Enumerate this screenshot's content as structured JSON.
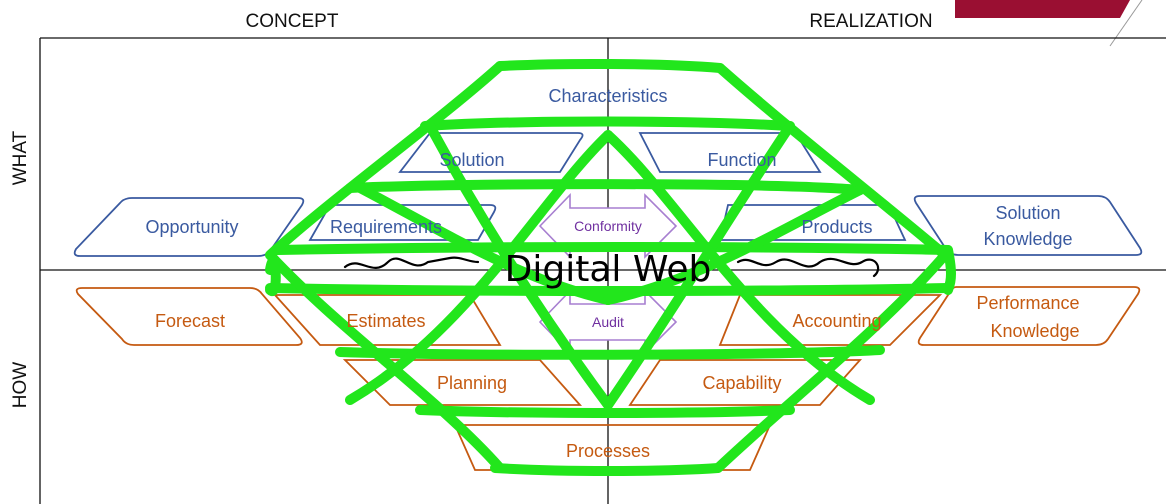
{
  "axes": {
    "concept": "CONCEPT",
    "realization": "REALIZATION",
    "what": "WHAT",
    "how": "HOW"
  },
  "what_items": {
    "characteristics": "Characteristics",
    "solution": "Solution",
    "function": "Function",
    "requirements": "Requirements",
    "products": "Products",
    "opportunity": "Opportunity",
    "solution_knowledge_line1": "Solution",
    "solution_knowledge_line2": "Knowledge"
  },
  "how_items": {
    "forecast": "Forecast",
    "estimates": "Estimates",
    "accounting": "Accounting",
    "planning": "Planning",
    "capability": "Capability",
    "processes": "Processes",
    "performance_knowledge_line1": "Performance",
    "performance_knowledge_line2": "Knowledge"
  },
  "arrows": {
    "conformity": "Conformity",
    "audit": "Audit"
  },
  "overlay": {
    "title": "Digital Web"
  },
  "colors": {
    "blue": "#3a5aa0",
    "orange": "#c55a11",
    "purple": "#7030a0",
    "green": "#22e61c",
    "maroon": "#9a0f32"
  }
}
